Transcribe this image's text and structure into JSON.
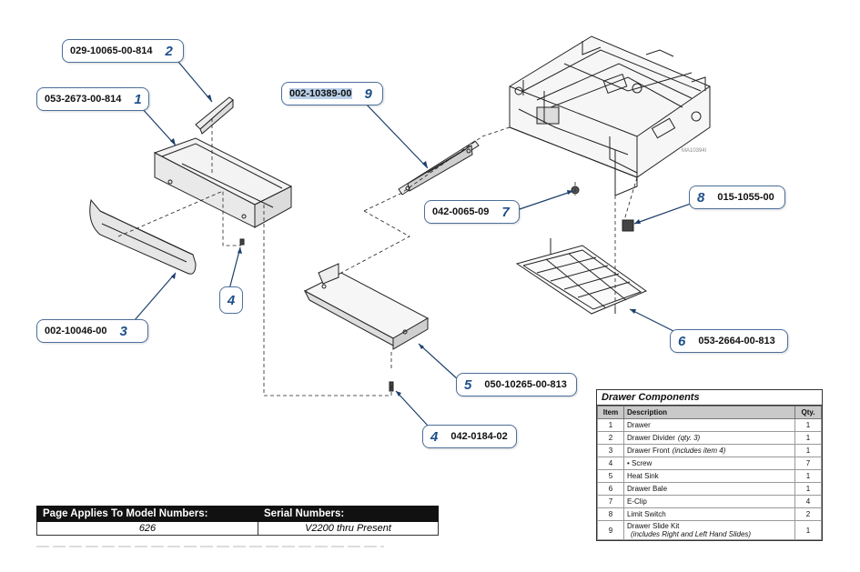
{
  "callouts": [
    {
      "id": "c2",
      "part": "029-10065-00-814",
      "num": "2"
    },
    {
      "id": "c1",
      "part": "053-2673-00-814",
      "num": "1"
    },
    {
      "id": "c9",
      "part": "002-10389-00",
      "num": "9"
    },
    {
      "id": "c7",
      "part": "042-0065-09",
      "num": "7"
    },
    {
      "id": "c8",
      "part": "015-1055-00",
      "num": "8"
    },
    {
      "id": "c3",
      "part": "002-10046-00",
      "num": "3"
    },
    {
      "id": "c4a",
      "part": "",
      "num": "4"
    },
    {
      "id": "c6",
      "part": "053-2664-00-813",
      "num": "6"
    },
    {
      "id": "c5",
      "part": "050-10265-00-813",
      "num": "5"
    },
    {
      "id": "c4b",
      "part": "042-0184-02",
      "num": "4"
    }
  ],
  "watermark": "MA10394l",
  "components": {
    "title": "Drawer Components",
    "headers": [
      "Item",
      "Description",
      "Qty."
    ],
    "rows": [
      {
        "item": "1",
        "desc": "Drawer",
        "note": "",
        "qty": "1"
      },
      {
        "item": "2",
        "desc": "Drawer Divider",
        "note": "(qty. 3)",
        "qty": "1"
      },
      {
        "item": "3",
        "desc": "Drawer Front",
        "note": "(includes item 4)",
        "qty": "1"
      },
      {
        "item": "4",
        "desc": "• Screw",
        "note": "",
        "qty": "7"
      },
      {
        "item": "5",
        "desc": "Heat Sink",
        "note": "",
        "qty": "1"
      },
      {
        "item": "6",
        "desc": "Drawer Bale",
        "note": "",
        "qty": "1"
      },
      {
        "item": "7",
        "desc": "E-Clip",
        "note": "",
        "qty": "4"
      },
      {
        "item": "8",
        "desc": "Limit Switch",
        "note": "",
        "qty": "2"
      },
      {
        "item": "9",
        "desc": "Drawer Slide Kit",
        "note": "(includes Right and Left Hand Slides)",
        "qty": "1"
      }
    ]
  },
  "models": {
    "header_model": "Page Applies To Model Numbers:",
    "header_serial": "Serial Numbers:",
    "model_value": "626",
    "serial_value": "V2200 thru Present"
  }
}
